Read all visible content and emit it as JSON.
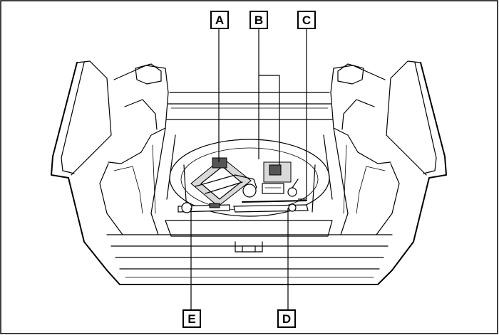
{
  "callouts": {
    "a": {
      "label": "A",
      "name": "jack"
    },
    "b": {
      "label": "B",
      "name": "tool-bag"
    },
    "c": {
      "label": "C",
      "name": "wheel-nut-wrench"
    },
    "d": {
      "label": "D",
      "name": "jack-handle"
    },
    "e": {
      "label": "E",
      "name": "tow-eyelet"
    }
  },
  "colors": {
    "line": "#000000",
    "shade": "#d9d9d9",
    "frame": "#000000"
  }
}
